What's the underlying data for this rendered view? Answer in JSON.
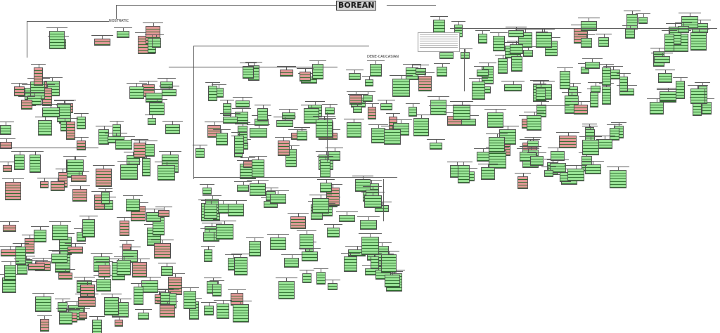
{
  "diagram": {
    "title": "BOREAN",
    "branches": [
      "NOSTRATIC",
      "DENE-CAUCASIAN"
    ],
    "colors": {
      "attested": "#9de89a",
      "extinct": "#e79a9a",
      "line": "#555555",
      "title_bg": "#d8d8d8"
    }
  }
}
